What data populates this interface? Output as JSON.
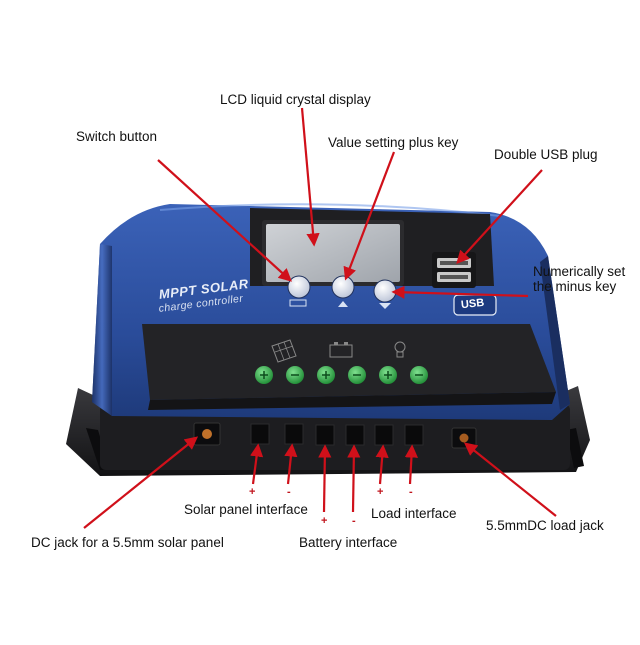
{
  "labels": {
    "lcd": "LCD liquid crystal display",
    "switch": "Switch button",
    "plus_key": "Value setting plus key",
    "usb": "Double USB plug",
    "minus_key_line1": "Numerically set",
    "minus_key_line2": "the minus key",
    "solar_interface": "Solar panel interface",
    "load_interface": "Load interface",
    "battery_interface": "Battery interface",
    "dc_jack_solar": "DC jack for a 5.5mm solar panel",
    "dc_load_jack": "5.5mmDC load jack"
  },
  "polarity": [
    "+",
    "-",
    "+",
    "-",
    "+",
    "-"
  ],
  "device": {
    "brand_line1": "MPPT SOLAR",
    "brand_line2": "charge controller",
    "usb_badge": "USB"
  },
  "colors": {
    "case_blue": "#2a4c9a",
    "bezel_black": "#1f1f22",
    "arrow_red": "#d0101a",
    "lcd_gray": "#b9bdc3",
    "terminal_green": "#2faa46"
  }
}
